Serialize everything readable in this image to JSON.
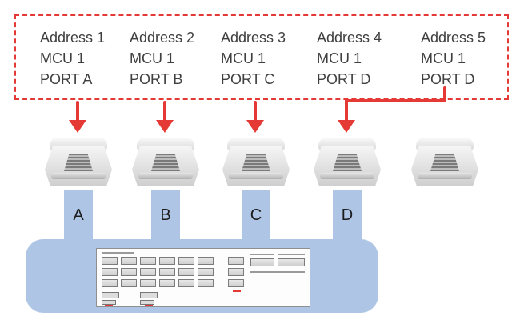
{
  "addresses": [
    {
      "address": "Address 1",
      "mcu": "MCU 1",
      "port": "PORT A"
    },
    {
      "address": "Address 2",
      "mcu": "MCU 1",
      "port": "PORT B"
    },
    {
      "address": "Address 3",
      "mcu": "MCU 1",
      "port": "PORT C"
    },
    {
      "address": "Address 4",
      "mcu": "MCU 1",
      "port": "PORT D"
    },
    {
      "address": "Address 5",
      "mcu": "MCU 1",
      "port": "PORT D"
    }
  ],
  "ports": [
    "A",
    "B",
    "C",
    "D"
  ],
  "colors": {
    "accent_red": "#e53935",
    "controller_blue": "#aec5e6",
    "text": "#3f3f3f"
  },
  "icons": {
    "indoor_unit": "cassette-ac-icon",
    "controller": "controller-screen-icon"
  }
}
